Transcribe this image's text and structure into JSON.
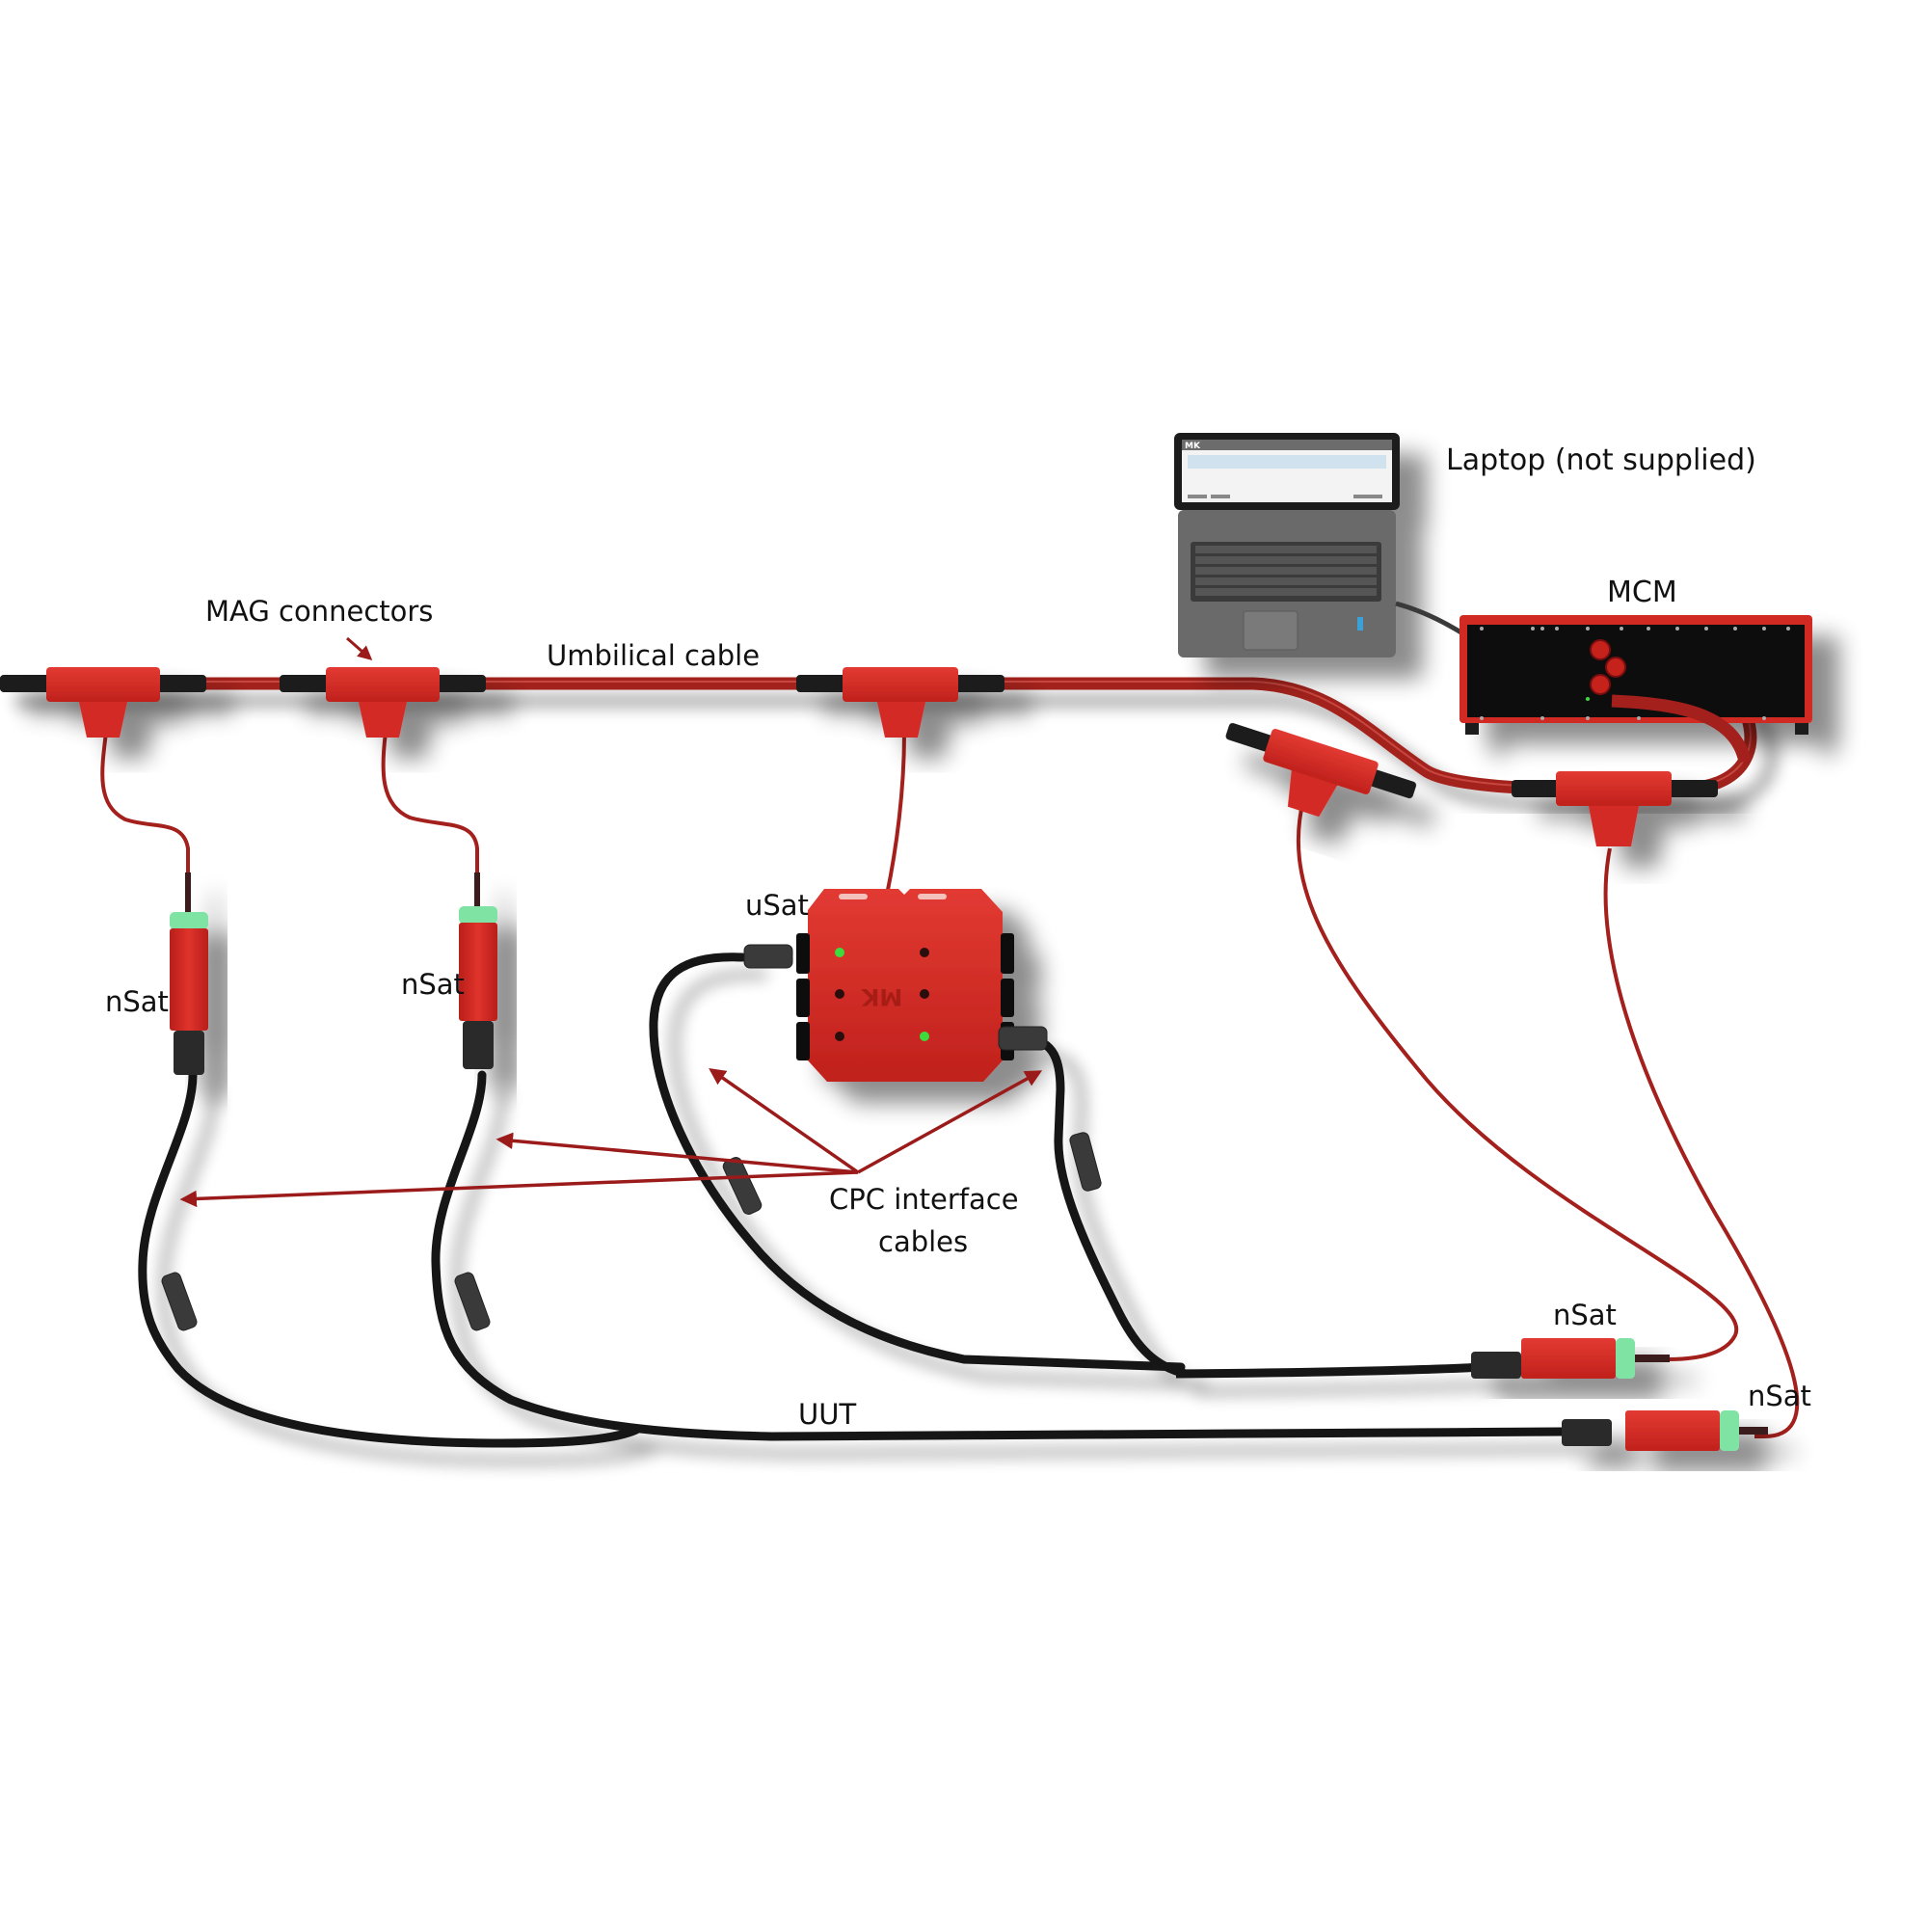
{
  "labels": {
    "laptop": "Laptop (not supplied)",
    "mcm": "MCM",
    "mag_connectors": "MAG connectors",
    "umbilical_cable": "Umbilical cable",
    "usat": "uSat",
    "nsat_1": "nSat",
    "nsat_2": "nSat",
    "nsat_3": "nSat",
    "nsat_4": "nSat",
    "cpc_line1": "CPC interface",
    "cpc_line2": "cables",
    "uut": "UUT"
  },
  "laptop_screen": {
    "logo": "MK"
  },
  "usat_logo": "MK",
  "colors": {
    "device_red": "#d42a26",
    "cable_red": "#a3201c",
    "cable_black": "#141414",
    "arrow": "#9b1b1b",
    "nsat_glow": "#7fe3a4",
    "led_green": "#3ddc3d",
    "laptop_body": "#6a6a6a"
  }
}
